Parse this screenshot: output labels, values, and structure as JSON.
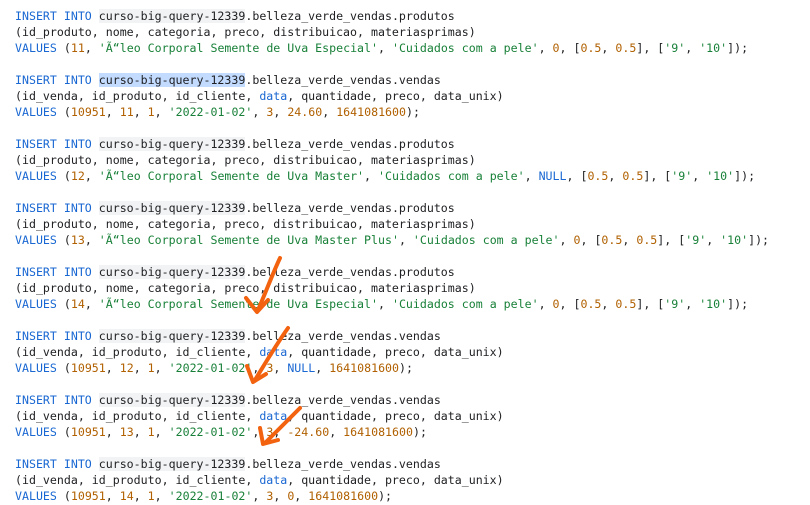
{
  "editor": {
    "statements": [
      {
        "kind": "produtos",
        "insert_kw": "INSERT INTO",
        "project": "curso-big-query-12339",
        "table_rest": ".belleza_verde_vendas.produtos",
        "project_highlighted": false,
        "columns": "(id_produto, nome, categoria, preco, distribuicao, materiasprimas)",
        "values": {
          "kw": "VALUES",
          "open": " (",
          "id": "11",
          "nome": "'Ã“leo Corporal Semente de Uva Especial'",
          "categoria": "'Cuidados com a pele'",
          "preco": "0",
          "distribuicao": "[0.5, 0.5]",
          "materiasprimas": "['9', '10']",
          "close": ");"
        }
      },
      {
        "kind": "vendas",
        "insert_kw": "INSERT INTO",
        "project": "curso-big-query-12339",
        "table_rest": ".belleza_verde_vendas.vendas",
        "project_highlighted": true,
        "columns_pre": "(id_venda, id_produto, id_cliente, ",
        "columns_fn": "data",
        "columns_post": ", quantidade, preco, data_unix)",
        "values": {
          "kw": "VALUES",
          "open": " (",
          "id_venda": "10951",
          "id_produto": "11",
          "id_cliente": "1",
          "data": "'2022-01-02'",
          "quantidade": "3",
          "preco": "24.60",
          "data_unix": "1641081600",
          "close": ");"
        }
      },
      {
        "kind": "produtos",
        "insert_kw": "INSERT INTO",
        "project": "curso-big-query-12339",
        "table_rest": ".belleza_verde_vendas.produtos",
        "project_highlighted": false,
        "columns": "(id_produto, nome, categoria, preco, distribuicao, materiasprimas)",
        "values": {
          "kw": "VALUES",
          "open": " (",
          "id": "12",
          "nome": "'Ã“leo Corporal Semente de Uva Master'",
          "categoria": "'Cuidados com a pele'",
          "preco": "NULL",
          "preco_is_kw": true,
          "distribuicao": "[0.5, 0.5]",
          "materiasprimas": "['9', '10']",
          "close": ");"
        }
      },
      {
        "kind": "produtos",
        "insert_kw": "INSERT INTO",
        "project": "curso-big-query-12339",
        "table_rest": ".belleza_verde_vendas.produtos",
        "project_highlighted": false,
        "columns": "(id_produto, nome, categoria, preco, distribuicao, materiasprimas)",
        "values": {
          "kw": "VALUES",
          "open": " (",
          "id": "13",
          "nome": "'Ã“leo Corporal Semente de Uva Master Plus'",
          "categoria": "'Cuidados com a pele'",
          "preco": "0",
          "distribuicao": "[0.5, 0.5]",
          "materiasprimas": "['9', '10']",
          "close": ");"
        }
      },
      {
        "kind": "produtos",
        "insert_kw": "INSERT INTO",
        "project": "curso-big-query-12339",
        "table_rest": ".belleza_verde_vendas.produtos",
        "project_highlighted": false,
        "columns": "(id_produto, nome, categoria, preco, distribuicao, materiasprimas)",
        "values": {
          "kw": "VALUES",
          "open": " (",
          "id": "14",
          "nome": "'Ã“leo Corporal Semente de Uva Especial'",
          "categoria": "'Cuidados com a pele'",
          "preco": "0",
          "distribuicao": "[0.5, 0.5]",
          "materiasprimas": "['9', '10']",
          "close": ");"
        }
      },
      {
        "kind": "vendas",
        "insert_kw": "INSERT INTO",
        "project": "curso-big-query-12339",
        "table_rest": ".belleza_verde_vendas.vendas",
        "project_highlighted": false,
        "columns_pre": "(id_venda, id_produto, id_cliente, ",
        "columns_fn": "data",
        "columns_post": ", quantidade, preco, data_unix)",
        "values": {
          "kw": "VALUES",
          "open": " (",
          "id_venda": "10951",
          "id_produto": "12",
          "id_cliente": "1",
          "data": "'2022-01-02'",
          "quantidade": "3",
          "preco": "NULL",
          "preco_is_kw": true,
          "data_unix": "1641081600",
          "close": ");"
        }
      },
      {
        "kind": "vendas",
        "insert_kw": "INSERT INTO",
        "project": "curso-big-query-12339",
        "table_rest": ".belleza_verde_vendas.vendas",
        "project_highlighted": false,
        "columns_pre": "(id_venda, id_produto, id_cliente, ",
        "columns_fn": "data",
        "columns_post": ", quantidade, preco, data_unix)",
        "values": {
          "kw": "VALUES",
          "open": " (",
          "id_venda": "10951",
          "id_produto": "13",
          "id_cliente": "1",
          "data": "'2022-01-02'",
          "quantidade": "3",
          "preco": "-24.60",
          "data_unix": "1641081600",
          "close": ");"
        }
      },
      {
        "kind": "vendas",
        "insert_kw": "INSERT INTO",
        "project": "curso-big-query-12339",
        "table_rest": ".belleza_verde_vendas.vendas",
        "project_highlighted": false,
        "columns_pre": "(id_venda, id_produto, id_cliente, ",
        "columns_fn": "data",
        "columns_post": ", quantidade, preco, data_unix)",
        "values": {
          "kw": "VALUES",
          "open": " (",
          "id_venda": "10951",
          "id_produto": "14",
          "id_cliente": "1",
          "data": "'2022-01-02'",
          "quantidade": "3",
          "preco": "0",
          "data_unix": "1641081600",
          "close": ");"
        }
      }
    ]
  },
  "annotations": {
    "arrow_color": "#f2620f",
    "arrow_count": 3
  },
  "syntax_colors": {
    "keyword": "#1967d2",
    "string": "#188038",
    "number": "#b06000",
    "text": "#202124",
    "project_bg": "#f1f3f4",
    "selection_bg": "#c2dbff"
  }
}
